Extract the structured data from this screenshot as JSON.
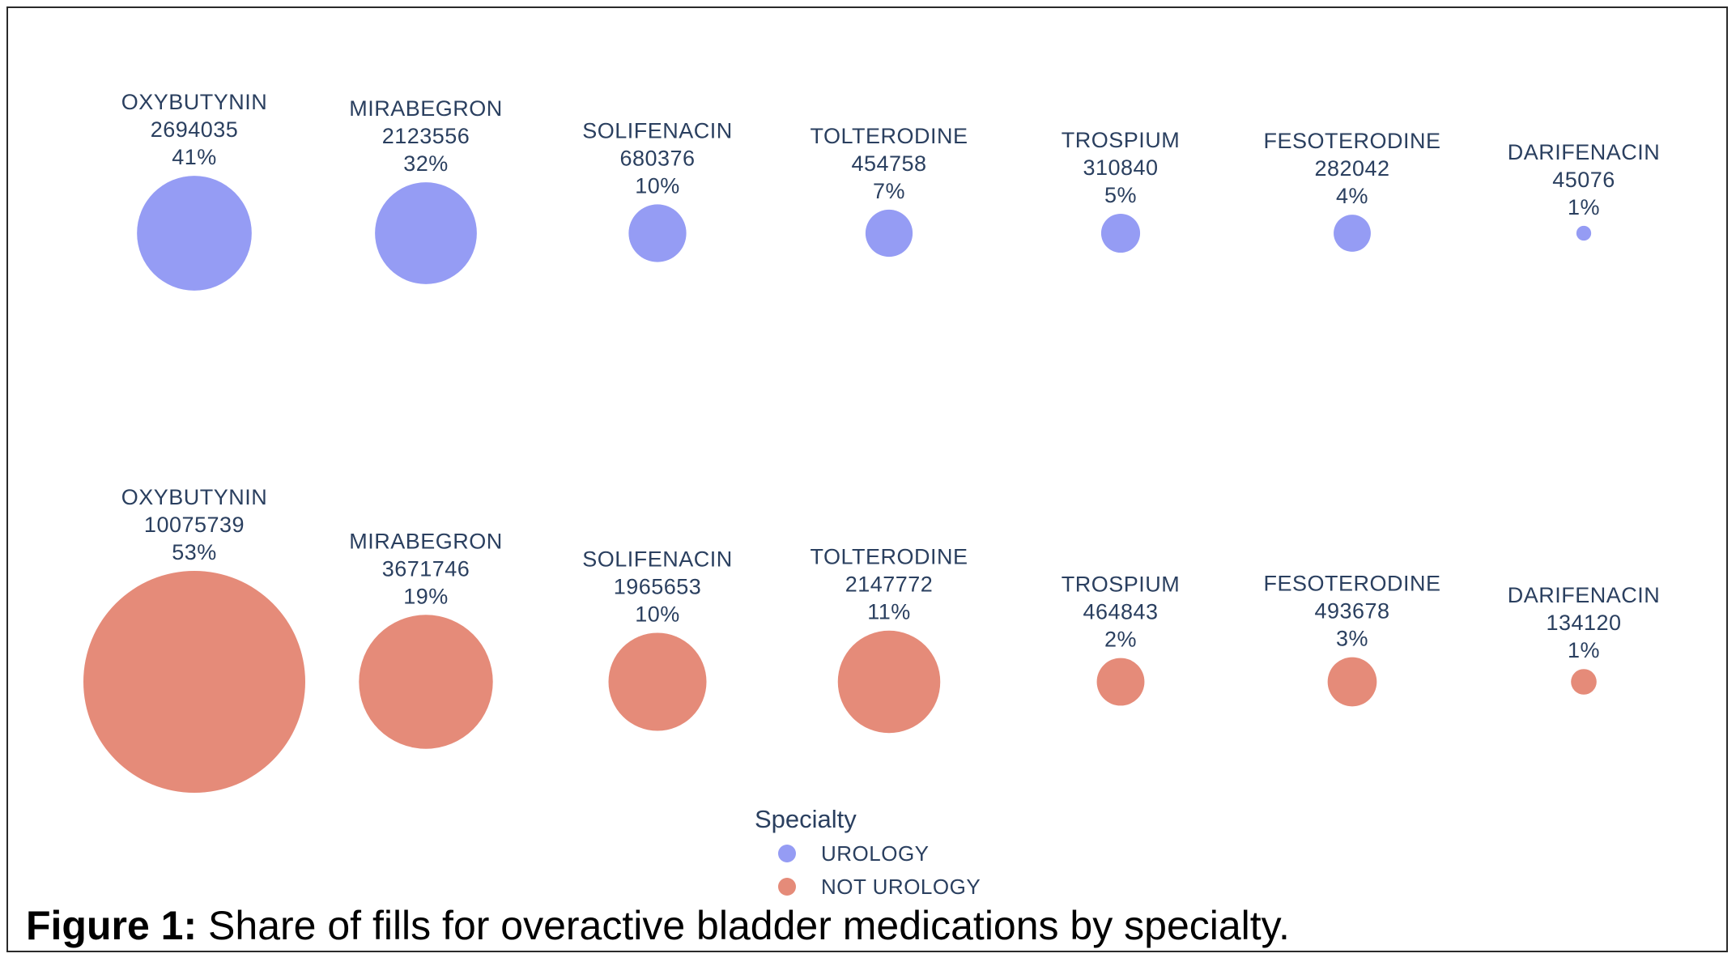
{
  "chart_data": {
    "type": "scatter",
    "subtype": "bubble",
    "categories": [
      "OXYBUTYNIN",
      "MIRABEGRON",
      "SOLIFENACIN",
      "TOLTERODINE",
      "TROSPIUM",
      "FESOTERODINE",
      "DARIFENACIN"
    ],
    "series": [
      {
        "name": "UROLOGY",
        "color": "#959cf4",
        "values": [
          2694035,
          2123556,
          680376,
          454758,
          310840,
          282042,
          45076
        ],
        "percent_labels": [
          "41%",
          "32%",
          "10%",
          "7%",
          "5%",
          "4%",
          "1%"
        ]
      },
      {
        "name": "NOT UROLOGY",
        "color": "#e58b79",
        "values": [
          10075739,
          3671746,
          1965653,
          2147772,
          464843,
          493678,
          134120
        ],
        "percent_labels": [
          "53%",
          "19%",
          "10%",
          "11%",
          "2%",
          "3%",
          "1%"
        ]
      }
    ],
    "legend": {
      "title": "Specialty",
      "placement": "bottom-center"
    },
    "size_encoding": "area proportional to value",
    "axes_visible": false,
    "grid": false
  },
  "caption": {
    "prefix": "Figure 1:",
    "text": " Share of fills for overactive bladder medications by specialty."
  }
}
